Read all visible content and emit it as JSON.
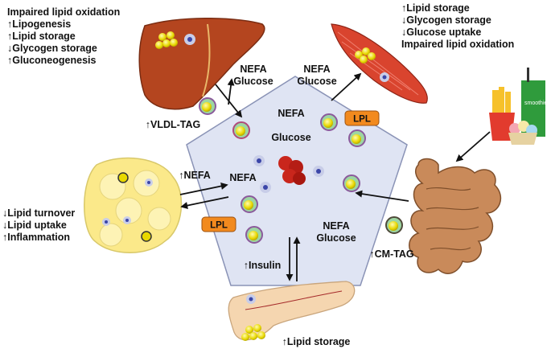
{
  "liver_effects": [
    "Impaired lipid oxidation",
    "↑Lipogenesis",
    "↑Lipid storage",
    "↓Glycogen storage",
    "↑Gluconeogenesis"
  ],
  "muscle_effects": [
    "↑Lipid storage",
    "↓Glycogen storage",
    "↓Glucose uptake",
    "Impaired lipid oxidation"
  ],
  "adipose_effects": [
    "↓Lipid turnover",
    "↓Lipid uptake",
    "↑Inflammation"
  ],
  "pancreas_effect": "↑Lipid storage",
  "flows": {
    "liver_out_1": "NEFA",
    "liver_out_2": "Glucose",
    "muscle_in_1": "NEFA",
    "muscle_in_2": "Glucose",
    "center_1": "NEFA",
    "center_2": "Glucose",
    "adipose_nefa_up": "↑NEFA",
    "adipose_nefa": "NEFA",
    "gut_1": "NEFA",
    "gut_2": "Glucose",
    "vldl": "↑VLDL-TAG",
    "cm": "↑CM-TAG",
    "insulin": "↑Insulin"
  },
  "badges": {
    "lpl_top": "LPL",
    "lpl_left": "LPL"
  },
  "drink_label": "smoothie",
  "colors": {
    "pentagon": "#dfe4f3",
    "liver": "#b4451f",
    "muscle": "#d9442e",
    "fat": "#fbe98a",
    "lpl": "#f28a1e",
    "intestine": "#c98a5a",
    "pancreas": "#f5d6b0",
    "lipid_droplet": "#e8d800"
  }
}
